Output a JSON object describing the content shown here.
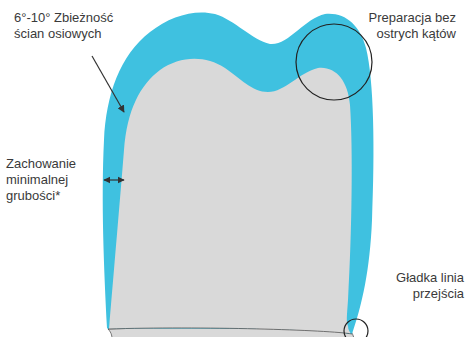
{
  "diagram": {
    "labels": [
      "6°-10° Zbieżność ścian osiowych",
      "Preparacja bez ostrych kątów",
      "Zachowanie minimalnej grubości*",
      "Gładka linia przejścia"
    ]
  }
}
